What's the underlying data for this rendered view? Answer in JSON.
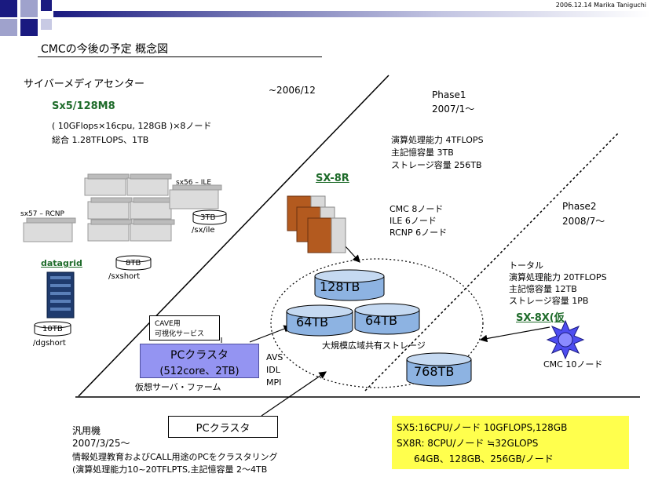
{
  "header": {
    "date_author": "2006.12.14  Marika Taniguchi",
    "title": "CMCの今後の予定  概念図",
    "accent_color": "#1a1a80"
  },
  "cybermedia": {
    "title": "サイバーメディアセンター",
    "model": "Sx5/128M8",
    "spec": "( 10GFlops×16cpu, 128GB )×8ノード",
    "total": "総合  1.28TFLOPS、1TB",
    "sx56_label": "sx56 –  ILE",
    "sx57_label": "sx57 –  RCNP",
    "disk_3tb": "3TB",
    "path_sx_ile": "/sx/ile",
    "disk_8tb": "8TB",
    "path_sxshort": "/sxshort",
    "datagrid": "datagrid",
    "disk_10tb": "10TB",
    "path_dgshort": "/dgshort"
  },
  "date_2006": "~2006/12",
  "phase1": {
    "name": "Phase1",
    "date": "2007/1〜",
    "line1": "演算処理能力  4TFLOPS",
    "line2": "主記憶容量    3TB",
    "line3": "ストレージ容量  256TB",
    "model": "SX-8R",
    "nodes1": "CMC  8ノード",
    "nodes2": "ILE    6ノード",
    "nodes3": "RCNP  6ノード"
  },
  "storage": {
    "d128": "128TB",
    "d64a": "64TB",
    "d64b": "64TB",
    "label": "大規模広域共有ストレージ",
    "d768": "768TB"
  },
  "phase2": {
    "name": "Phase2",
    "date": "2008/7〜",
    "line1": "トータル",
    "line2": "演算処理能力  20TFLOPS",
    "line3": "主記憶容量    12TB",
    "line4": "ストレージ容量  1PB",
    "model": "SX-8X(仮",
    "nodes": "CMC  10ノード"
  },
  "cave": {
    "line1": "CAVE用",
    "line2": "可視化サービス"
  },
  "pc_cluster": {
    "title": "PCクラスタ",
    "spec": "(512core、2TB)",
    "apps": [
      "AVS",
      "IDL",
      "MPI"
    ],
    "farm": "仮想サーバ・ファーム"
  },
  "general": {
    "title": "汎用機",
    "date": "2007/3/25〜",
    "line1": "情報処理教育およびCALL用途のPCをクラスタリング",
    "line2": "(演算処理能力10~20TFLPTS,主記憶容量  2〜4TB",
    "cluster_label": "PCクラスタ"
  },
  "notes": {
    "line1": "SX5:16CPU/ノード    10GFLOPS,128GB",
    "line2": "SX8R: 8CPU/ノード   ≒32GLOPS",
    "line3": "64GB、128GB、256GB/ノード"
  }
}
